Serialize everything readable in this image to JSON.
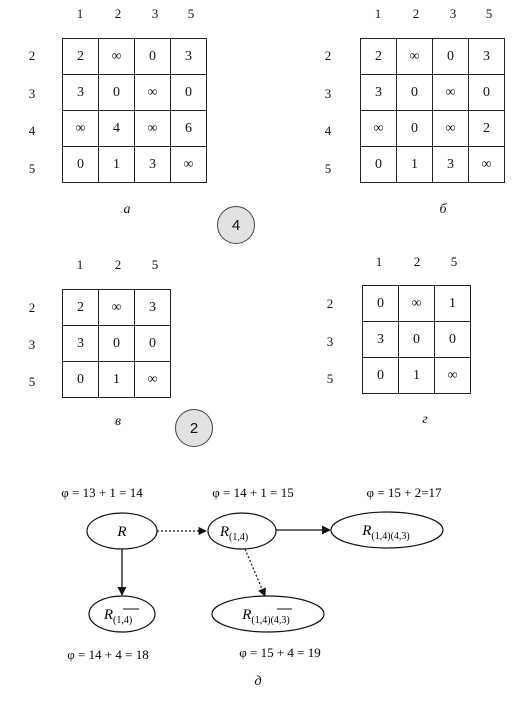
{
  "matrices": [
    {
      "caption": "а",
      "cols": [
        "1",
        "2",
        "3",
        "5"
      ],
      "rows": [
        "2",
        "3",
        "4",
        "5"
      ],
      "cells": [
        [
          "2",
          "∞",
          "0",
          "3"
        ],
        [
          "3",
          "0",
          "∞",
          "0"
        ],
        [
          "∞",
          "4",
          "∞",
          "6"
        ],
        [
          "0",
          "1",
          "3",
          "∞"
        ]
      ]
    },
    {
      "caption": "б",
      "cols": [
        "1",
        "2",
        "3",
        "5"
      ],
      "rows": [
        "2",
        "3",
        "4",
        "5"
      ],
      "cells": [
        [
          "2",
          "∞",
          "0",
          "3"
        ],
        [
          "3",
          "0",
          "∞",
          "0"
        ],
        [
          "∞",
          "0",
          "∞",
          "2"
        ],
        [
          "0",
          "1",
          "3",
          "∞"
        ]
      ]
    },
    {
      "caption": "в",
      "cols": [
        "1",
        "2",
        "5"
      ],
      "rows": [
        "2",
        "3",
        "5"
      ],
      "cells": [
        [
          "2",
          "∞",
          "3"
        ],
        [
          "3",
          "0",
          "0"
        ],
        [
          "0",
          "1",
          "∞"
        ]
      ]
    },
    {
      "caption": "г",
      "cols": [
        "1",
        "2",
        "5"
      ],
      "rows": [
        "2",
        "3",
        "5"
      ],
      "cells": [
        [
          "0",
          "∞",
          "1"
        ],
        [
          "3",
          "0",
          "0"
        ],
        [
          "0",
          "1",
          "∞"
        ]
      ]
    }
  ],
  "badges": [
    "4",
    "2"
  ],
  "tree": {
    "caption": "д",
    "nodes": {
      "root": {
        "main": "R",
        "sub": ""
      },
      "n14": {
        "main": "R",
        "sub": "(1,4)"
      },
      "n14_43": {
        "main": "R",
        "sub": "(1,4)(4,3)"
      },
      "n14bar": {
        "main": "R",
        "sub": "(1,4)"
      },
      "n14_43bar": {
        "main": "R",
        "sub": "(1,4)(4,3)"
      }
    },
    "labels": {
      "root": "φ = 13 + 1 = 14",
      "n14": "φ = 14 + 1 = 15",
      "n14_43": "φ = 15 + 2=17",
      "n14bar": "φ = 14 + 4 = 18",
      "n14_43bar": "φ = 15 + 4 = 19"
    }
  }
}
